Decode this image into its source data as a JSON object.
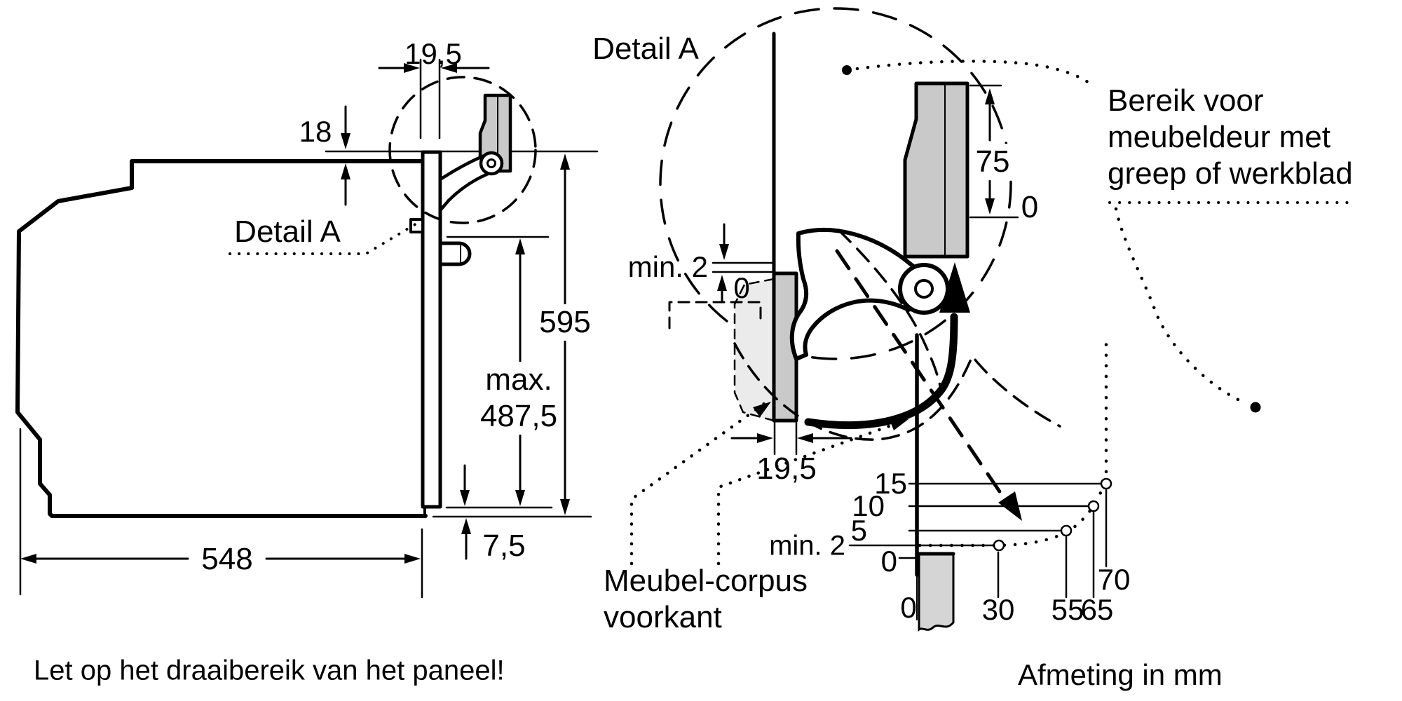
{
  "note_bottom_left": "Let op het draaibereik van het paneel!",
  "left_view": {
    "detail_label": "Detail A",
    "dim_door_thickness": "19,5",
    "dim_top_overhang": "18",
    "dim_height": "595",
    "dim_max_prefix": "max.",
    "dim_max_value": "487,5",
    "dim_bottom_gap": "7,5",
    "dim_depth": "548"
  },
  "detail_a": {
    "title": "Detail A",
    "dim_min_gap": "min. 2",
    "dim_gap_zero": "0",
    "dim_door_range": "75",
    "dim_range_zero": "0",
    "dim_front_thickness": "19,5",
    "callout_door_range": [
      "Bereik voor",
      "meubeldeur met",
      "greep of werkblad"
    ],
    "callout_corpus": [
      "Meubel-corpus",
      "voorkant"
    ]
  },
  "chart": {
    "y_tick_labels": [
      "15",
      "10",
      "5",
      "min. 2",
      "0"
    ],
    "x_tick_labels": [
      "0",
      "30",
      "55",
      "65",
      "70"
    ],
    "unit_note": "Afmeting in mm"
  },
  "chart_data": {
    "type": "scatter",
    "x": [
      30,
      55,
      65,
      70
    ],
    "y": [
      2,
      5,
      10,
      15
    ],
    "y_min_label": "min. 2",
    "xlabel": "Afmeting in mm",
    "x_ticks": [
      0,
      30,
      55,
      65,
      70
    ],
    "y_ticks": [
      0,
      2,
      5,
      10,
      15
    ],
    "style": "dotted curve through open-circle markers"
  },
  "colors": {
    "line": "#000000",
    "panel_gray": "#c9c9c9",
    "light_gray": "#ebebeb",
    "corpus_gray": "#d5d5d5"
  }
}
